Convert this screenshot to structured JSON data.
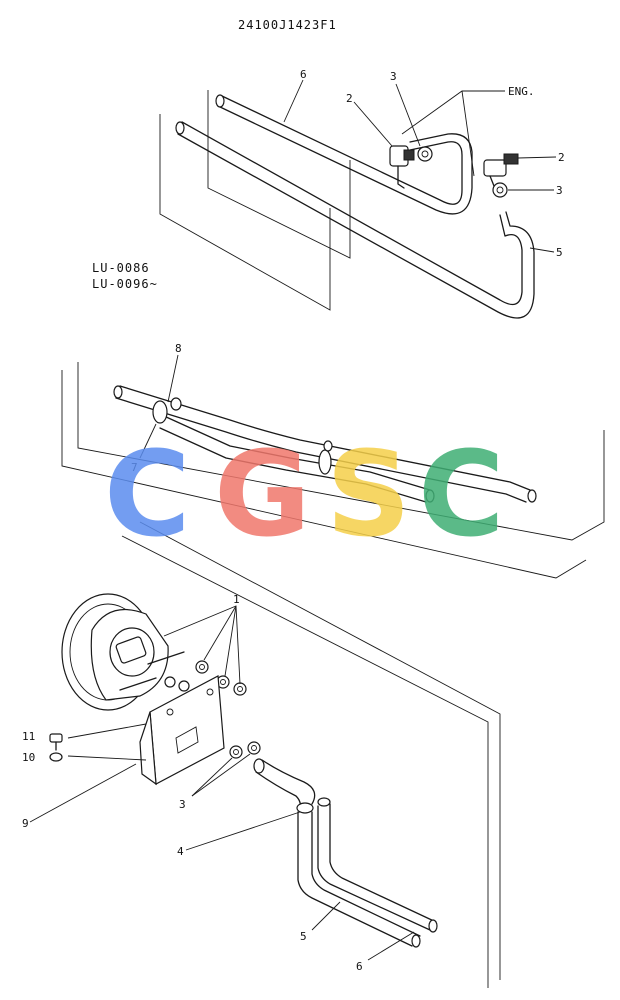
{
  "drawing_number": "24100J1423F1",
  "engine_label": "ENG.",
  "serial_range": {
    "line1": "LU-0086",
    "line2": "LU-0096~"
  },
  "callouts": {
    "upper": {
      "hose_top": "6",
      "valve_left": "2",
      "clamp_left": "3",
      "valve_right": "2",
      "clamp_right": "3",
      "hose_right": "5"
    },
    "middle": {
      "clamp_top": "8",
      "clamp_bottom": "7"
    },
    "lower": {
      "nuts": "1",
      "bolt": "11",
      "washer": "10",
      "bracket": "9",
      "clamps": "3",
      "elbow": "4",
      "hose_front": "5",
      "hose_rear": "6"
    }
  },
  "watermark": {
    "letters": [
      "C",
      "G",
      "S",
      "C"
    ],
    "colors": [
      "#5b8def",
      "#f0776c",
      "#f5d04a",
      "#3fae74"
    ]
  }
}
